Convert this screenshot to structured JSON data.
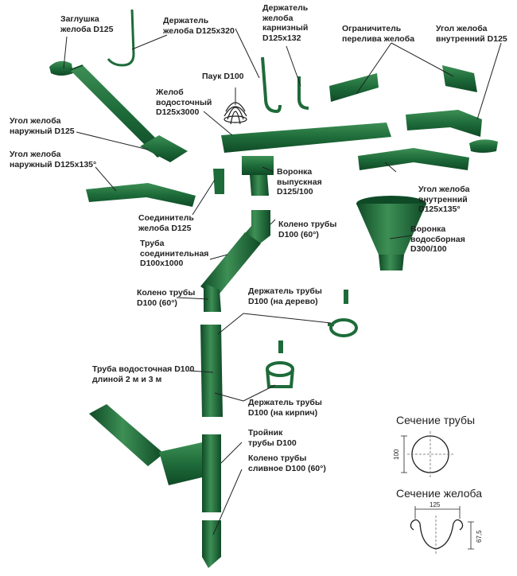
{
  "labels": {
    "end_cap": "Заглушка\nжелоба D125",
    "hanger_long": "Держатель\nжелоба D125x320",
    "hanger_fascia": "Держатель\nжелоба\nкарнизный\nD125x132",
    "overflow_stop": "Ограничитель\nперелива желоба",
    "inner_corner_90": "Угол желоба\nвнутренний D125",
    "spider": "Паук D100",
    "gutter": "Желоб\nводосточный\nD125x3000",
    "outer_corner_90": "Угол желоба\nнаружный D125",
    "outer_corner_135": "Угол желоба\nнаружный D125x135°",
    "outlet": "Воронка\nвыпускная\nD125/100",
    "inner_corner_135": "Угол желоба\nвнутренний\nD125x135°",
    "connector": "Соединитель\nжелоба D125",
    "elbow_top": "Колено трубы\nD100 (60°)",
    "funnel": "Воронка\nводосборная\nD300/100",
    "connecting_pipe": "Труба\nсоединительная\nD100x1000",
    "elbow_mid": "Колено трубы\nD100 (60°)",
    "wood_holder": "Держатель трубы\nD100 (на дерево)",
    "downpipe": "Труба водосточная D100\nдлиной 2 м и 3 м",
    "brick_holder": "Держатель трубы\nD100 (на кирпич)",
    "tee": "Тройник\nтрубы D100",
    "drain_elbow": "Колено трубы\nсливное D100 (60°)"
  },
  "sections": {
    "pipe_title": "Сечение трубы",
    "pipe_dim": "100",
    "gutter_title": "Сечение желоба",
    "gutter_width": "125",
    "gutter_height": "67,5"
  },
  "colors": {
    "product_green": "#1e6b3a",
    "product_dark": "#0f4a26",
    "product_light": "#3d8f55",
    "leader": "#222222"
  }
}
